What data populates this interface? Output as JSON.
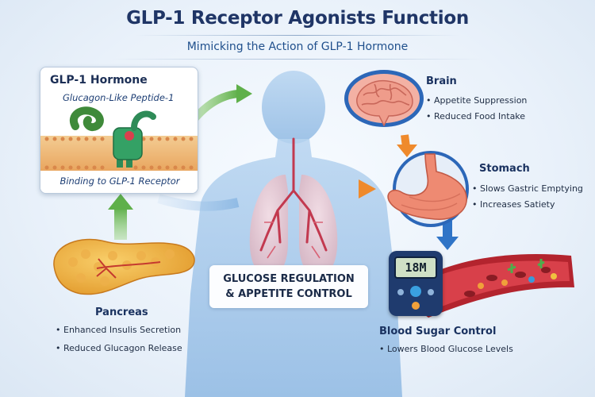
{
  "header": {
    "title": "GLP-1 Receptor Agonists Function",
    "subtitle": "Mimicking the Action of GLP-1 Hormone"
  },
  "hormone": {
    "title": "GLP-1 Hormone",
    "subtitle": "Glucagon-Like Peptide-1",
    "caption": "Binding to GLP-1 Receptor"
  },
  "brain": {
    "title": "Brain",
    "bullets": [
      "Appetite Suppression",
      "Reduced Food Intake"
    ]
  },
  "stomach": {
    "title": "Stomach",
    "bullets": [
      "Slows Gastric Emptying",
      "Increases Satiety"
    ]
  },
  "pancreas": {
    "title": "Pancreas",
    "bullets": [
      "Enhanced Insulis Secretion",
      "Reduced Glucagon Release"
    ]
  },
  "blood_sugar": {
    "title": "Blood Sugar Control",
    "bullets": [
      "Lowers Blood Glucose Levels"
    ],
    "meter_reading": "18M"
  },
  "center": {
    "line1": "GLUCOSE REGULATION",
    "line2": "& APPETITE CONTROL"
  },
  "colors": {
    "title": "#1f3566",
    "arrow_green": "#7cc36b",
    "arrow_orange": "#f0953a",
    "arrow_blue": "#2f74c7",
    "body_blue": "#9cc3e8"
  }
}
